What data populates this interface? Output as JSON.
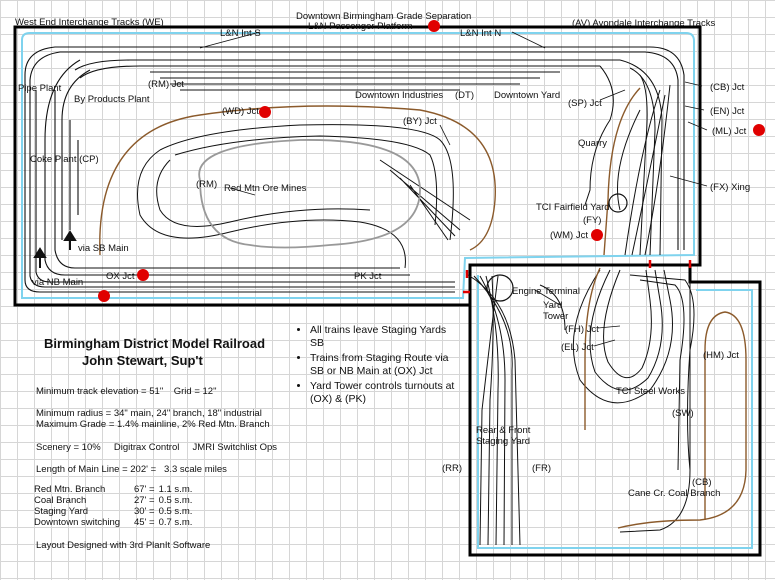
{
  "labels": {
    "we": "West End Interchange Tracks (WE)",
    "grade_sep": "Downtown Birmingham Grade Separation",
    "ln_platform": "L&N Passenger Platform",
    "av": "(AV) Avondale Interchange Tracks",
    "ln_s": "L&N Int S",
    "ln_n": "L&N Int N",
    "cb_jct": "(CB) Jct",
    "rm_jct": "(RM) Jct",
    "pipe": "Pipe Plant",
    "byproducts": "By Products Plant",
    "dt_ind": "Downtown Industries",
    "dt": "(DT)",
    "dt_yard": "Downtown Yard",
    "sp": "(SP) Jct",
    "en": "(EN) Jct",
    "wd": "(WD) Jct",
    "by": "(BY) Jct",
    "ml": "(ML) Jct",
    "quarry": "Quarry",
    "coke": "Coke Plant (CP)",
    "rm": "(RM)",
    "red_mtn": "Red Mtn Ore Mines",
    "fx": "(FX) Xing",
    "tci_yard": "TCI Fairfield Yard",
    "fy": "(FY)",
    "wm": "(WM) Jct",
    "via_sb": "via SB Main",
    "via_nb": "via NB Main",
    "ox": "OX Jct",
    "pk": "PK Jct",
    "engine": "Engine Terminal",
    "yard_tower": "Yard\nTower",
    "fh": "(FH) Jct",
    "el": "(EL) Jct",
    "hm": "(HM) Jct",
    "tci_steel": "TCI Steel Works",
    "sw": "(SW)",
    "staging": "Rear & Front\nStaging Yard",
    "rr": "(RR)",
    "fr": "(FR)",
    "cb": "(CB)",
    "cane": "Cane Cr. Coal Branch"
  },
  "title": {
    "line1": "Birmingham District Model Railroad",
    "line2": "John Stewart, Sup't"
  },
  "specs": {
    "elevation": "Minimum track elevation = 51\"    Grid = 12\"",
    "radius": "Minimum radius = 34\" main, 24\" branch, 18\" industrial",
    "grade": "Maximum Grade = 1.4% mainline, 2% Red Mtn. Branch",
    "scenery": "Scenery = 10%     Digitrax Control     JMRI Switchlist Ops",
    "mainline": "Length of Main Line = 202' =   3.3 scale miles",
    "software": "Layout Designed with 3rd PlanIt Software"
  },
  "lengths": [
    {
      "name": "Red Mtn. Branch",
      "feet": "67' =",
      "miles": "1.1 s.m."
    },
    {
      "name": "Coal Branch",
      "feet": "27' =",
      "miles": "0.5  s.m."
    },
    {
      "name": "Staging Yard",
      "feet": "30' =",
      "miles": "0.5  s.m."
    },
    {
      "name": "Downtown switching",
      "feet": "45' =",
      "miles": "0.7 s.m."
    }
  ],
  "notes": [
    "All trains leave Staging Yards SB",
    "Trains from Staging Route via SB or NB Main  at (OX) Jct",
    "Yard Tower controls turnouts at (OX) & (PK)"
  ],
  "colors": {
    "track": "#111111",
    "branch": "#8b5a2b",
    "fascia": "#7fd3ee",
    "wall": "#000000",
    "marker": "#e00000",
    "oval": "#999999"
  }
}
